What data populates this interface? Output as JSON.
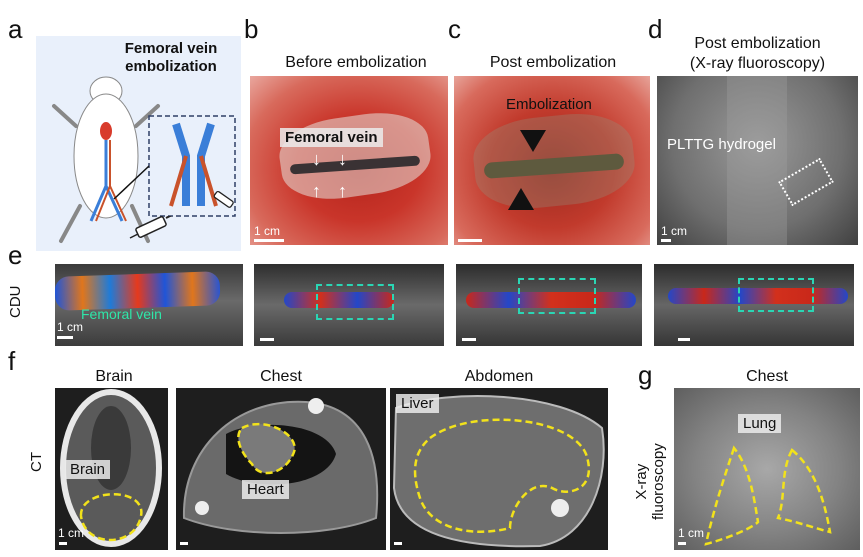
{
  "panels": {
    "a": {
      "letter": "a",
      "title_line1": "Femoral vein",
      "title_line2": "embolization"
    },
    "b": {
      "letter": "b",
      "caption": "Before embolization",
      "label": "Femoral vein",
      "scale": "1 cm"
    },
    "c": {
      "letter": "c",
      "caption": "Post embolization",
      "label": "Embolization"
    },
    "d": {
      "letter": "d",
      "caption_line1": "Post embolization",
      "caption_line2": "(X-ray fluoroscopy)",
      "label": "PLTTG hydrogel",
      "scale": "1 cm"
    },
    "e": {
      "letter": "e",
      "row_label": "CDU",
      "vessel_label": "Femoral vein",
      "scale": "1 cm"
    },
    "f": {
      "letter": "f",
      "row_label": "CT",
      "brain_caption": "Brain",
      "chest_caption": "Chest",
      "abdomen_caption": "Abdomen",
      "brain_label": "Brain",
      "heart_label": "Heart",
      "liver_label": "Liver",
      "scale": "1 cm"
    },
    "g": {
      "letter": "g",
      "caption": "Chest",
      "row_label_line1": "X-ray",
      "row_label_line2": "fluoroscopy",
      "lung_label": "Lung",
      "scale": "1 cm"
    }
  },
  "colors": {
    "outline_dashed_yellow": "#f2e21b",
    "roi_dashed_cyan": "#2ad6b4",
    "vessel_label_green": "#2ee6a8",
    "panel_a_background": "#e9f0fb"
  },
  "icons": [
    "mouse-illustration",
    "syringe-icon",
    "arrow-up-icon",
    "arrow-down-icon",
    "arrowhead-down-icon",
    "arrowhead-up-icon"
  ]
}
